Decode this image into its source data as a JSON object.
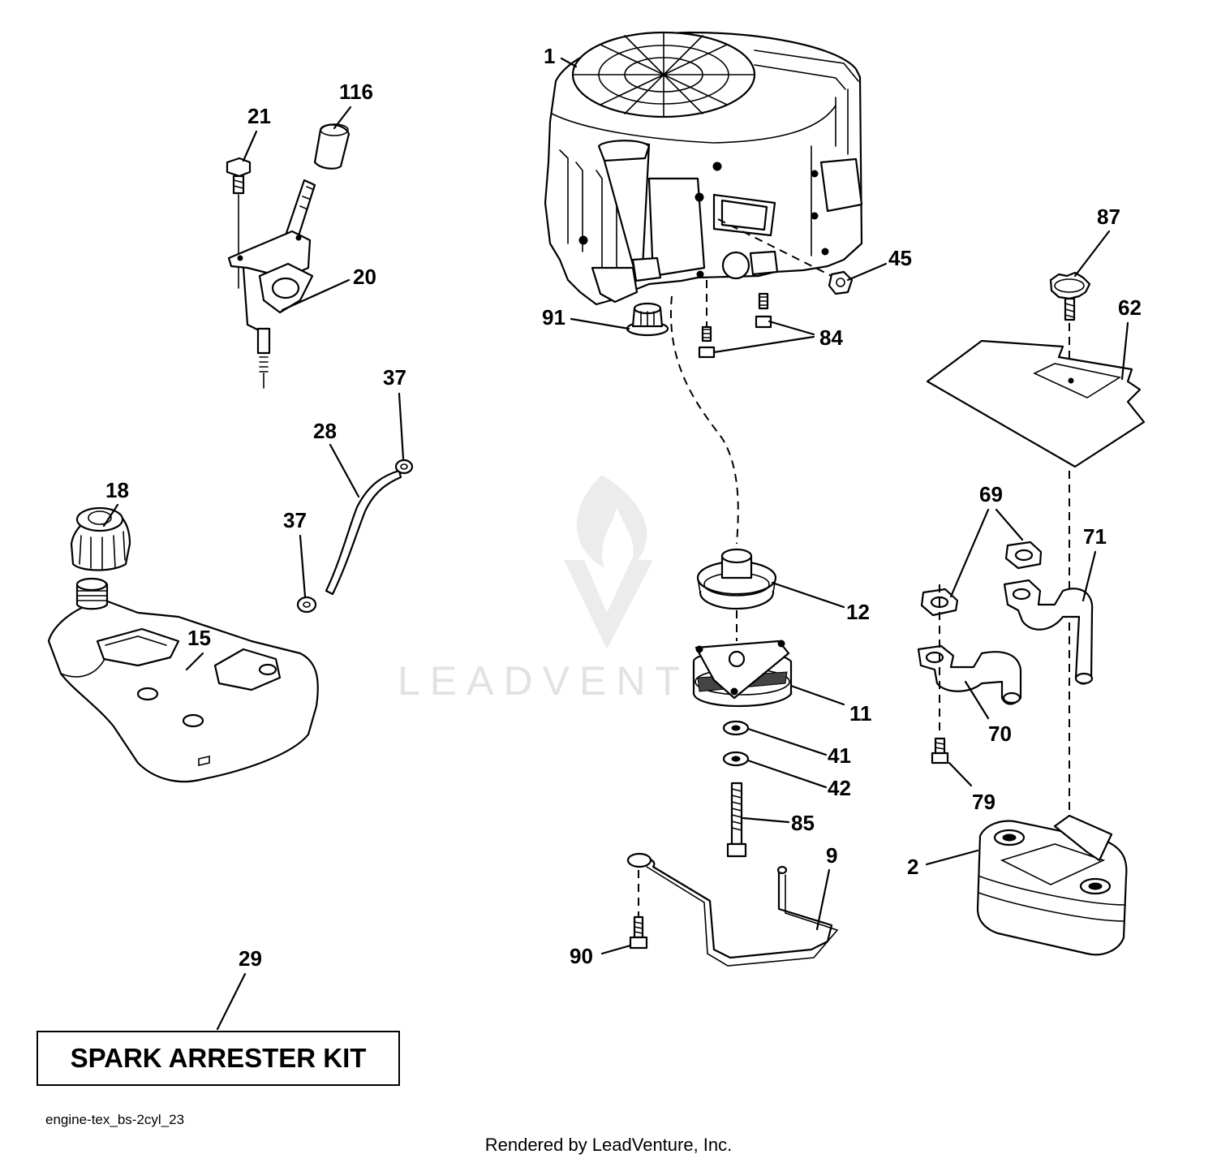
{
  "callouts": {
    "c1": "1",
    "c116": "116",
    "c21": "21",
    "c20": "20",
    "c45": "45",
    "c87": "87",
    "c62": "62",
    "c91": "91",
    "c84": "84",
    "c37a": "37",
    "c28": "28",
    "c37b": "37",
    "c18": "18",
    "c15": "15",
    "c12": "12",
    "c69": "69",
    "c71": "71",
    "c11": "11",
    "c70": "70",
    "c41": "41",
    "c42": "42",
    "c79": "79",
    "c85": "85",
    "c9": "9",
    "c2": "2",
    "c90": "90",
    "c29": "29"
  },
  "kit_label": "SPARK ARRESTER KIT",
  "diagram_id": "engine-tex_bs-2cyl_23",
  "render_credit": "Rendered by LeadVenture, Inc.",
  "watermark": {
    "text": "LEADVENTURE"
  }
}
